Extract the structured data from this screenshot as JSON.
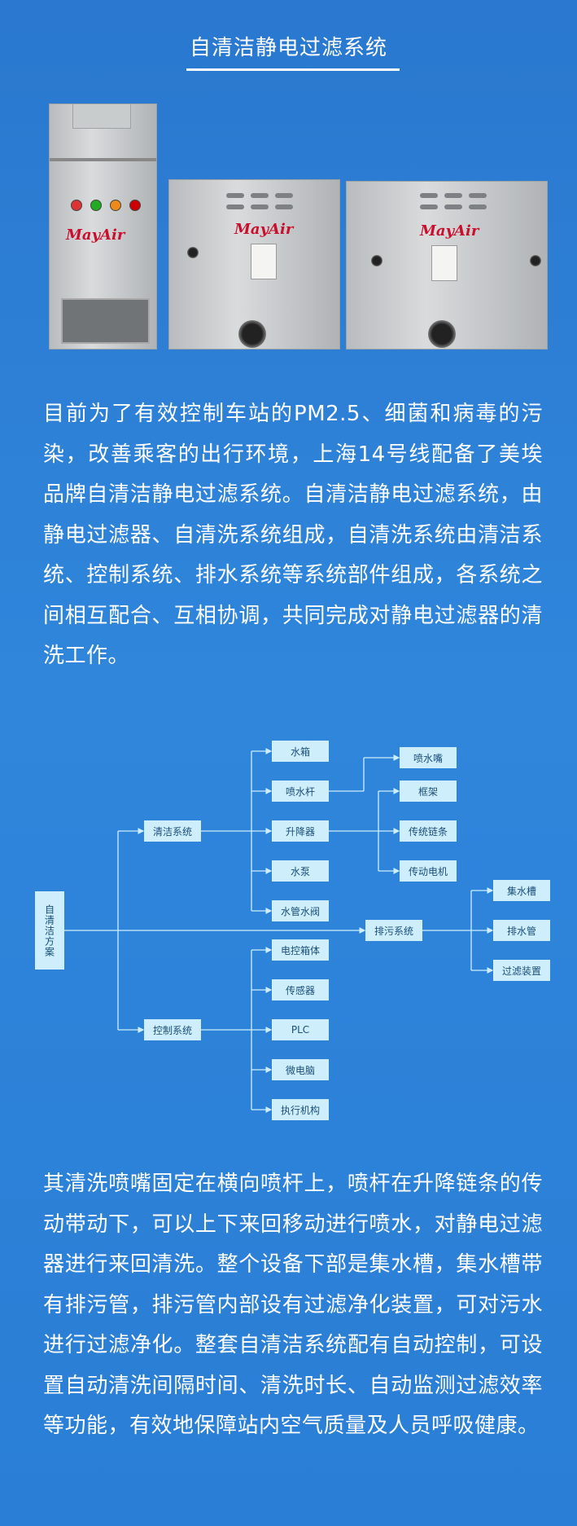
{
  "page": {
    "title": "自清洁静电过滤系统"
  },
  "photos": {
    "brand_logo": "MayAir"
  },
  "paragraphs": {
    "p1": "目前为了有效控制车站的PM2.5、细菌和病毒的污染，改善乘客的出行环境，上海14号线配备了美埃品牌自清洁静电过滤系统。自清洁静电过滤系统，由静电过滤器、自清洗系统组成，自清洗系统由清洁系统、控制系统、排水系统等系统部件组成，各系统之间相互配合、互相协调，共同完成对静电过滤器的清洗工作。",
    "p2": "其清洗喷嘴固定在横向喷杆上，喷杆在升降链条的传动带动下，可以上下来回移动进行喷水，对静电过滤器进行来回清洗。整个设备下部是集水槽，集水槽带有排污管，排污管内部设有过滤净化装置，可对污水进行过滤净化。整套自清洁系统配有自动控制，可设置自动清洗间隔时间、清洗时长、自动监测过滤效率等功能，有效地保障站内空气质量及人员呼吸健康。"
  },
  "diagram": {
    "root": "自清洁方案",
    "clean_system": {
      "label": "清洁系统",
      "children": [
        "水箱",
        "喷水杆",
        "升降器",
        "水泵",
        "水管水阀"
      ],
      "spray_children": [
        "喷水嘴"
      ],
      "lift_children": [
        "框架",
        "传统链条",
        "传动电机"
      ]
    },
    "drain_system": {
      "label": "排污系统",
      "children": [
        "集水槽",
        "排水管",
        "过滤装置"
      ]
    },
    "control_system": {
      "label": "控制系统",
      "children": [
        "电控箱体",
        "传感器",
        "PLC",
        "微电脑",
        "执行机构"
      ]
    }
  }
}
